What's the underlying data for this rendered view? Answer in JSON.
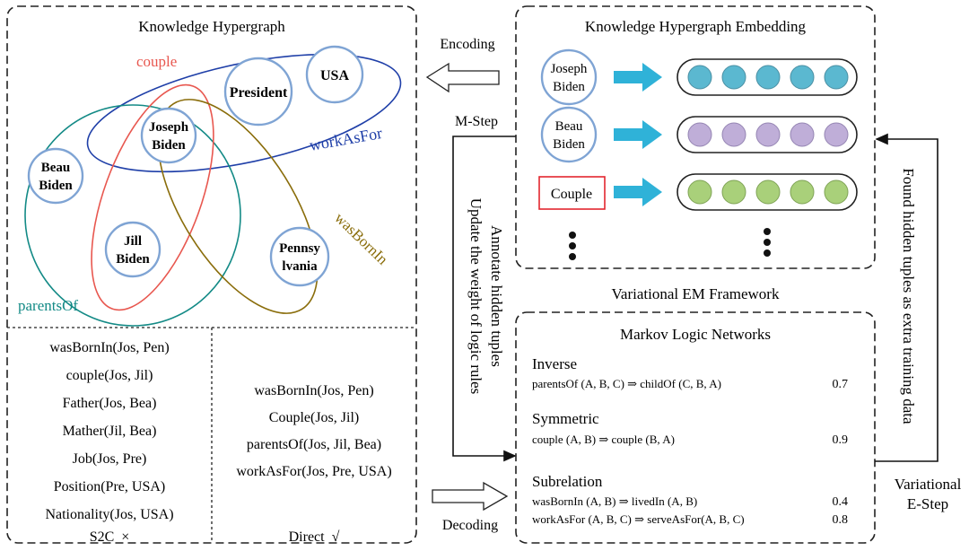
{
  "hypergraph": {
    "title": "Knowledge Hypergraph",
    "nodes": {
      "president": "President",
      "usa": "USA",
      "joseph": [
        "Joseph",
        "Biden"
      ],
      "beau": [
        "Beau",
        "Biden"
      ],
      "jill": [
        "Jill",
        "Biden"
      ],
      "penn": [
        "Pennsy",
        "lvania"
      ]
    },
    "relations": {
      "couple": "couple",
      "workAsFor": "workAsFor",
      "wasBornIn": "wasBornIn",
      "parentsOf": "parentsOf"
    },
    "colors": {
      "node_stroke": "#7fa4d4",
      "couple": "#e8574f",
      "workAsFor": "#1f3fa8",
      "wasBornIn": "#8a6d0b",
      "parentsOf": "#138a86"
    }
  },
  "s2c": {
    "tuples": [
      "wasBornIn(Jos, Pen)",
      "couple(Jos, Jil)",
      "Father(Jos, Bea)",
      "Mather(Jil, Bea)",
      "Job(Jos, Pre)",
      "Position(Pre, USA)",
      "Nationality(Jos, USA)"
    ],
    "label": "S2C  ×"
  },
  "direct": {
    "tuples": [
      "wasBornIn(Jos, Pen)",
      "Couple(Jos, Jil)",
      "parentsOf(Jos, Jil, Bea)",
      "workAsFor(Jos, Pre, USA)"
    ],
    "label": "Direct  √"
  },
  "middle": {
    "encoding": "Encoding",
    "decoding": "Decoding",
    "mstep": "M-Step",
    "annotate": [
      "Annotate hidden tuples",
      "Update the weight of logic rules"
    ]
  },
  "embedding": {
    "title": "Knowledge Hypergraph Embedding",
    "entities": [
      [
        "Joseph",
        "Biden"
      ],
      [
        "Beau",
        "Biden"
      ]
    ],
    "relation": "Couple",
    "colors": {
      "row1": "#5bb8d0",
      "row2": "#bfaed8",
      "row3": "#a9d07a",
      "arrow": "#2fb2d8",
      "relation_box": "#e3262e"
    }
  },
  "framework_label": "Variational EM Framework",
  "mln": {
    "title": "Markov Logic Networks",
    "groups": [
      {
        "name": "Inverse",
        "rules": [
          {
            "rule": "parentsOf (A, B, C) ⇒ childOf (C, B, A)",
            "weight": "0.7"
          }
        ]
      },
      {
        "name": "Symmetric",
        "rules": [
          {
            "rule": "couple (A, B) ⇒ couple (B, A)",
            "weight": "0.9"
          }
        ]
      },
      {
        "name": "Subrelation",
        "rules": [
          {
            "rule": "wasBornIn (A, B) ⇒ livedIn (A, B)",
            "weight": "0.4"
          },
          {
            "rule": "workAsFor (A, B, C) ⇒ serveAsFor(A, B, C)",
            "weight": "0.8"
          }
        ]
      }
    ]
  },
  "right": {
    "found": "Found hidden tuples as extra training data",
    "estep": [
      "Variational",
      "E-Step"
    ]
  }
}
